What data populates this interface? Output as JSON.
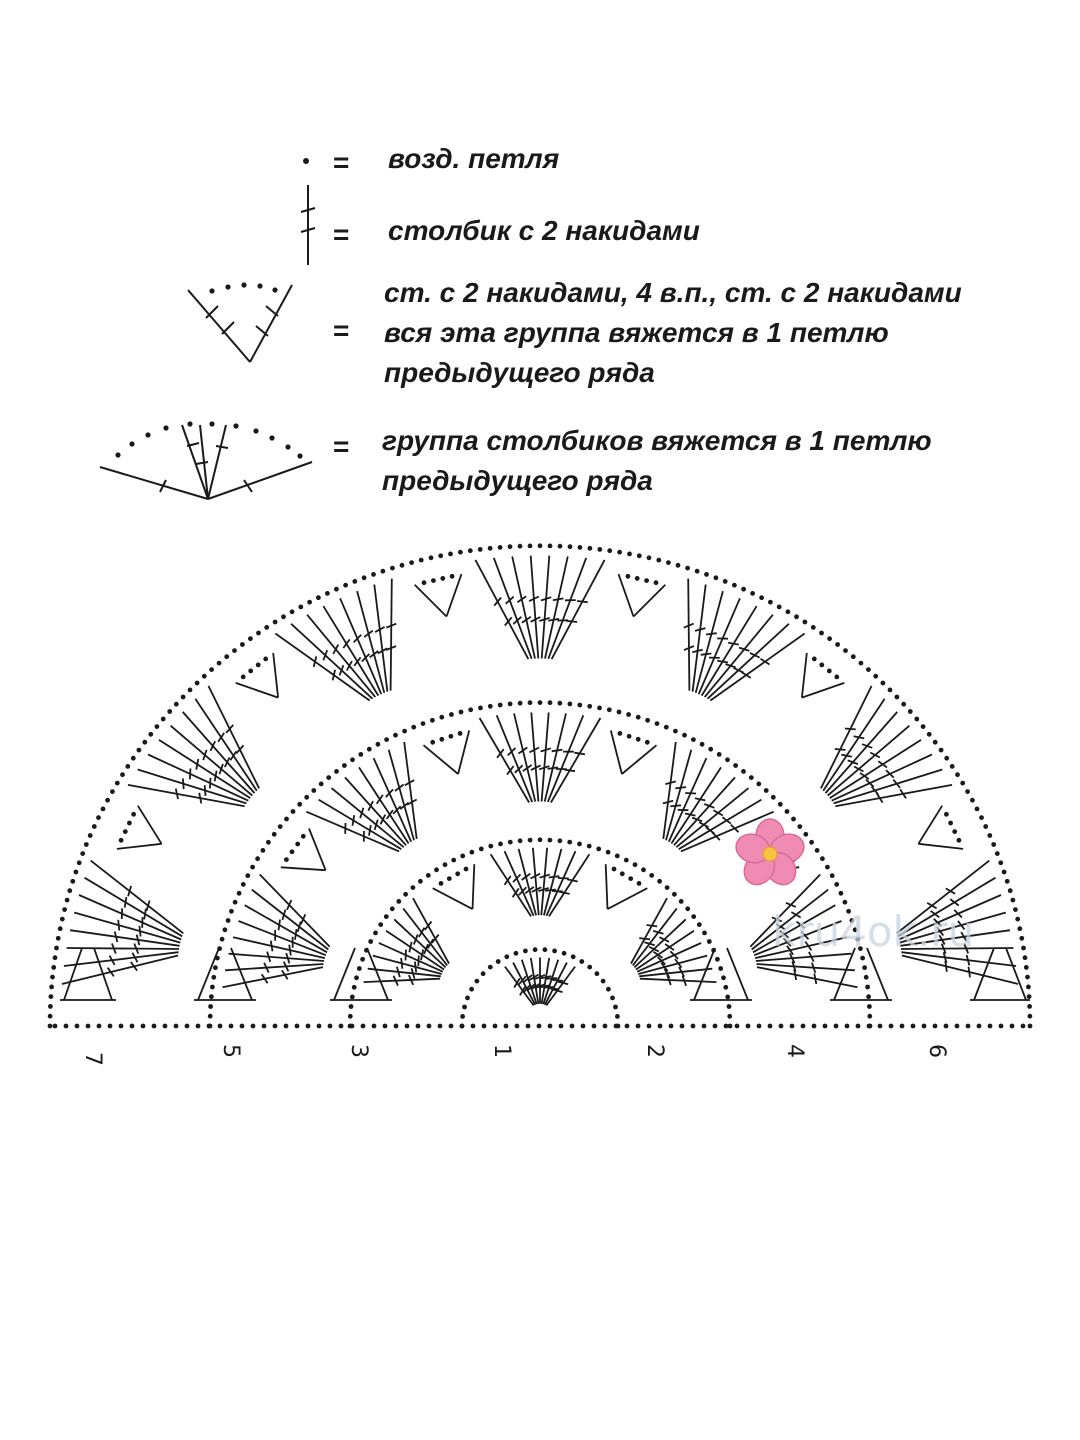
{
  "legend": [
    {
      "symbol": "chain-stitch",
      "eq": "=",
      "lines": [
        "возд. петля"
      ]
    },
    {
      "symbol": "double-treble",
      "eq": "=",
      "lines": [
        "столбик с 2 накидами"
      ]
    },
    {
      "symbol": "v-group",
      "eq": "=",
      "lines": [
        "ст. с 2 накидами, 4 в.п., ст. с 2 накидами",
        "вся эта группа вяжется в 1 петлю",
        "предыдущего ряда"
      ]
    },
    {
      "symbol": "fan-group",
      "eq": "=",
      "lines": [
        "группа столбиков вяжется в 1 петлю",
        "предыдущего ряда"
      ]
    }
  ],
  "row_labels": [
    "7",
    "5",
    "3",
    "1",
    "2",
    "4",
    "6"
  ],
  "watermark": "kru4ok.ru",
  "colors": {
    "ink": "#1a1a1a",
    "flower": "#f08cb4",
    "flower_center": "#f5c542",
    "watermark": "#c9d3e0"
  }
}
